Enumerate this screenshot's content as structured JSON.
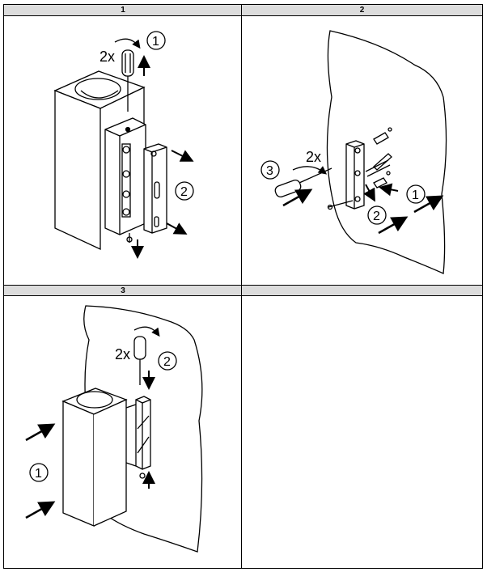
{
  "panels": [
    {
      "header": "1",
      "callouts": {
        "count": "2x",
        "step_a": "1",
        "step_b": "2"
      }
    },
    {
      "header": "2",
      "callouts": {
        "count": "2x",
        "step_a": "3",
        "step_b": "1",
        "step_c": "2"
      }
    },
    {
      "header": "3",
      "callouts": {
        "count": "2x",
        "step_a": "2",
        "step_b": "1"
      }
    },
    {
      "header": ""
    }
  ]
}
